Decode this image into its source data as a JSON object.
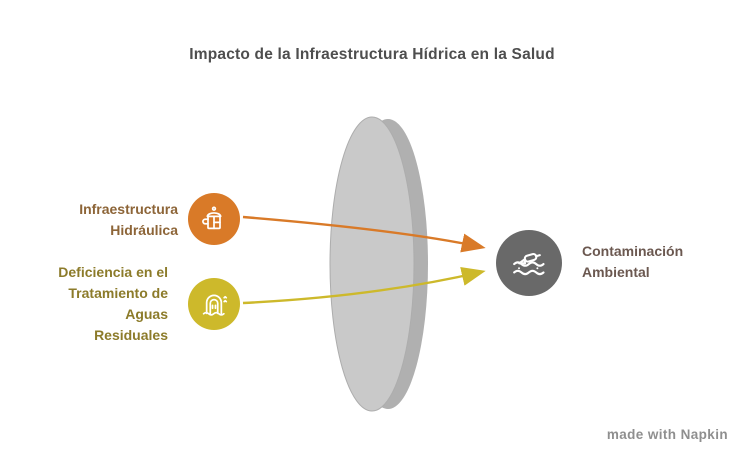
{
  "title": "Impacto de la Infraestructura Hídrica en la Salud",
  "diagram": {
    "type": "lens-convergence",
    "inputs": [
      {
        "label": "Infraestructura Hidráulica",
        "label_lines": [
          "Infraestructura",
          "Hidráulica"
        ],
        "icon": "water-facility-icon",
        "color": "#D97A28",
        "label_color": "#8D6538"
      },
      {
        "label": "Deficiencia en el Tratamiento de Aguas Residuales",
        "label_lines": [
          "Deficiencia en el",
          "Tratamiento de",
          "Aguas",
          "Residuales"
        ],
        "icon": "flooded-structure-icon",
        "color": "#CDB92B",
        "label_color": "#8C7B2A"
      }
    ],
    "output": {
      "label": "Contaminación Ambiental",
      "label_lines": [
        "Contaminación",
        "Ambiental"
      ],
      "icon": "floating-debris-icon",
      "color": "#696969",
      "label_color": "#6B5850"
    },
    "lens": {
      "fill": "#C9C9C9",
      "rim": "#B0B0B0",
      "stroke": "#ADADAD"
    }
  },
  "watermark": {
    "text": "made with Napkin"
  }
}
